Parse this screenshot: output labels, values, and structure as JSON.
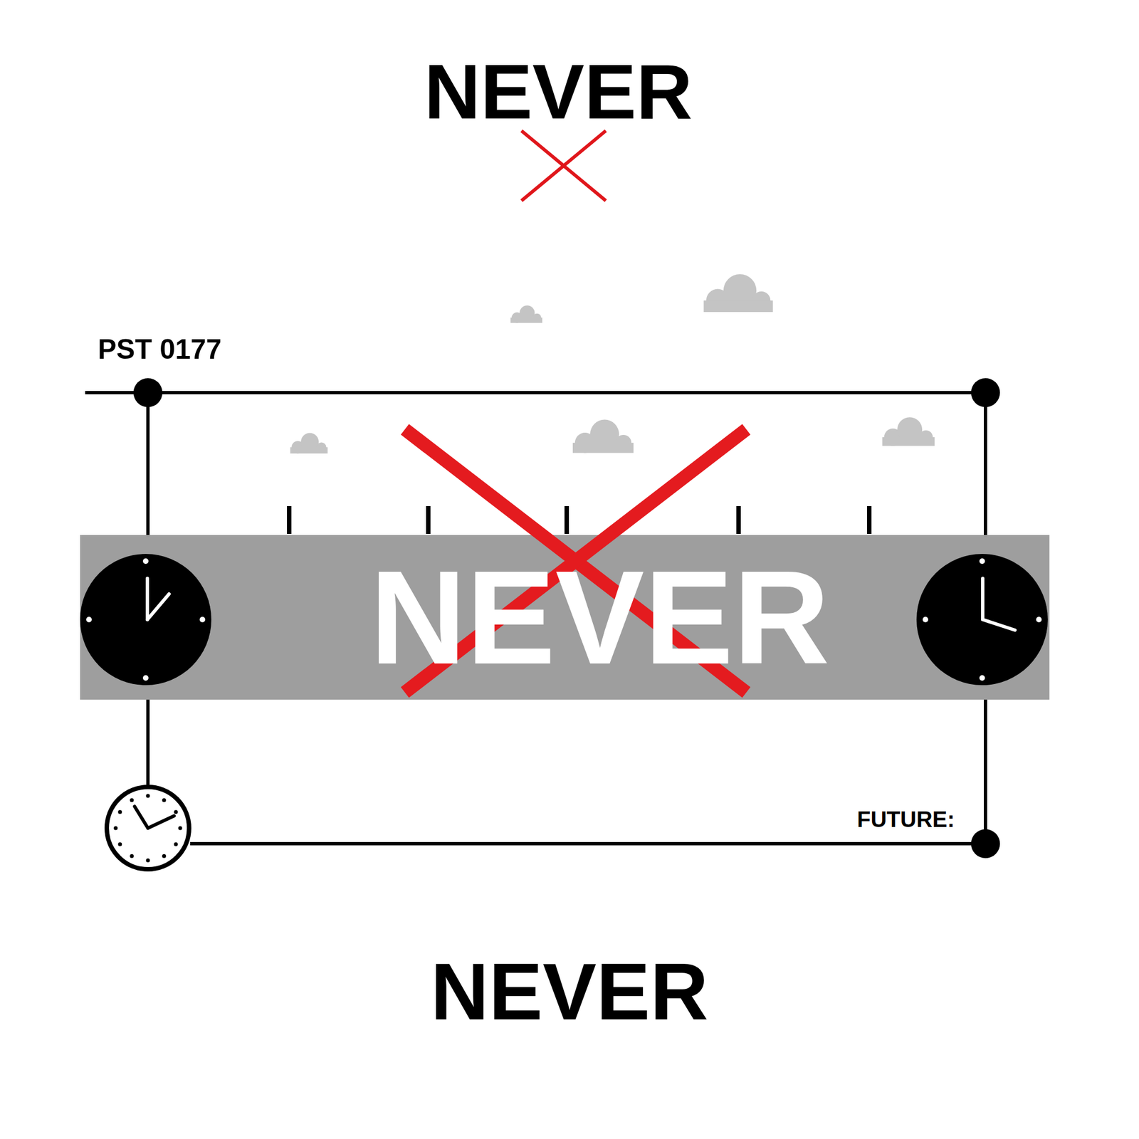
{
  "diagram": {
    "title": "NEVER",
    "caption": "NEVER",
    "nodes": [
      {
        "text": [
          "NEVER"
        ]
      }
    ],
    "labels": [
      "PST 0177",
      "FUTURE:"
    ]
  }
}
